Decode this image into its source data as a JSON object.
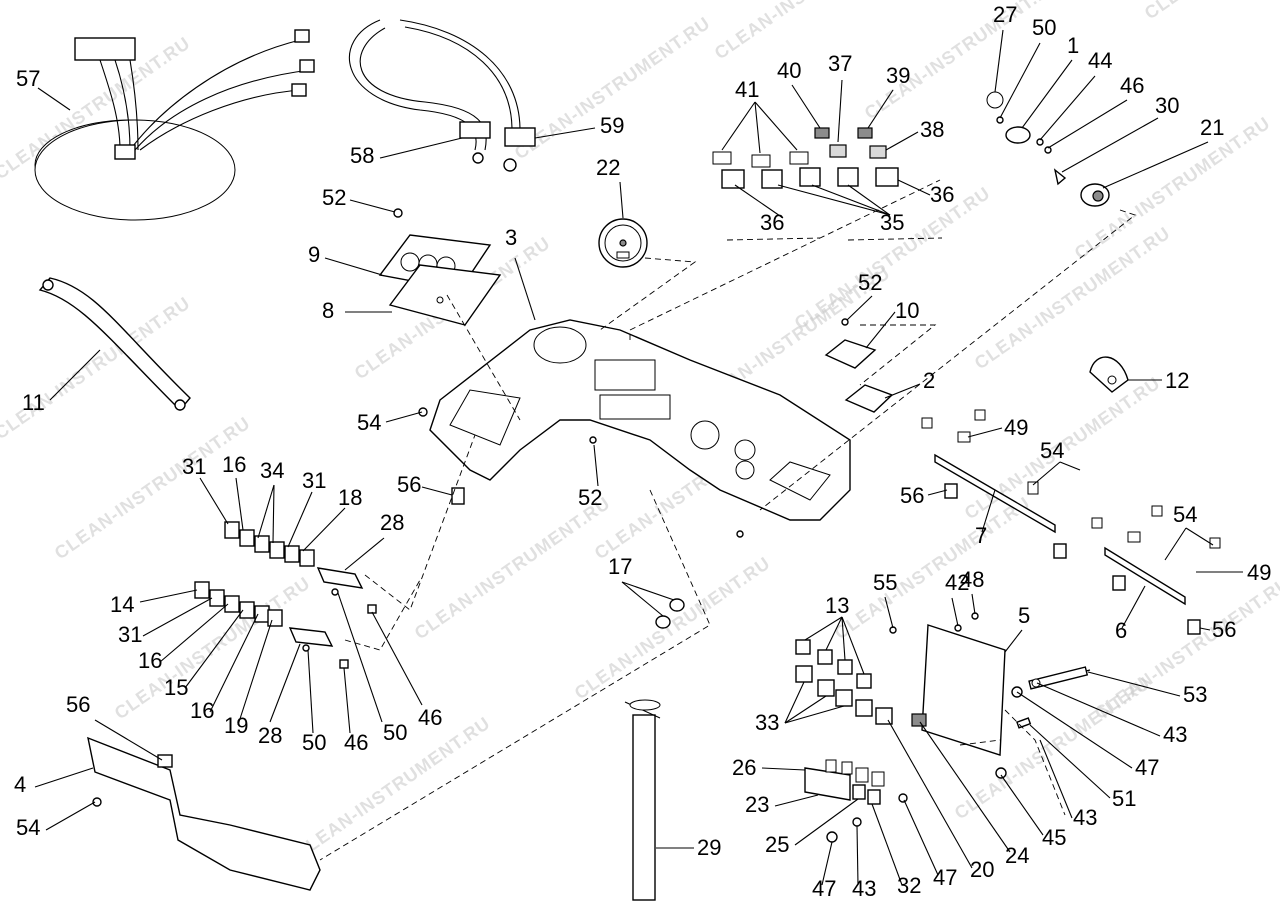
{
  "watermark": "CLEAN-INSTRUMENT.RU",
  "callouts": [
    {
      "id": "c57a",
      "text": "57"
    },
    {
      "id": "c58",
      "text": "58"
    },
    {
      "id": "c59",
      "text": "59"
    },
    {
      "id": "c52a",
      "text": "52"
    },
    {
      "id": "c9",
      "text": "9"
    },
    {
      "id": "c8",
      "text": "8"
    },
    {
      "id": "c11",
      "text": "11"
    },
    {
      "id": "c22",
      "text": "22"
    },
    {
      "id": "c3",
      "text": "3"
    },
    {
      "id": "c41",
      "text": "41"
    },
    {
      "id": "c40",
      "text": "40"
    },
    {
      "id": "c37",
      "text": "37"
    },
    {
      "id": "c39",
      "text": "39"
    },
    {
      "id": "c38",
      "text": "38"
    },
    {
      "id": "c36a",
      "text": "36"
    },
    {
      "id": "c36b",
      "text": "36"
    },
    {
      "id": "c35",
      "text": "35"
    },
    {
      "id": "c27",
      "text": "27"
    },
    {
      "id": "c50a",
      "text": "50"
    },
    {
      "id": "c1",
      "text": "1"
    },
    {
      "id": "c44",
      "text": "44"
    },
    {
      "id": "c46a",
      "text": "46"
    },
    {
      "id": "c30",
      "text": "30"
    },
    {
      "id": "c21",
      "text": "21"
    },
    {
      "id": "c52b",
      "text": "52"
    },
    {
      "id": "c10",
      "text": "10"
    },
    {
      "id": "c2",
      "text": "2"
    },
    {
      "id": "c12",
      "text": "12"
    },
    {
      "id": "c54a",
      "text": "54"
    },
    {
      "id": "c56a",
      "text": "56"
    },
    {
      "id": "c52c",
      "text": "52"
    },
    {
      "id": "c49a",
      "text": "49"
    },
    {
      "id": "c54b",
      "text": "54"
    },
    {
      "id": "c56b",
      "text": "56"
    },
    {
      "id": "c7",
      "text": "7"
    },
    {
      "id": "c54c",
      "text": "54"
    },
    {
      "id": "c49b",
      "text": "49"
    },
    {
      "id": "c6",
      "text": "6"
    },
    {
      "id": "c56c",
      "text": "56"
    },
    {
      "id": "c31a",
      "text": "31"
    },
    {
      "id": "c16a",
      "text": "16"
    },
    {
      "id": "c34",
      "text": "34"
    },
    {
      "id": "c31b",
      "text": "31"
    },
    {
      "id": "c18",
      "text": "18"
    },
    {
      "id": "c28a",
      "text": "28"
    },
    {
      "id": "c14",
      "text": "14"
    },
    {
      "id": "c31c",
      "text": "31"
    },
    {
      "id": "c16b",
      "text": "16"
    },
    {
      "id": "c15",
      "text": "15"
    },
    {
      "id": "c16c",
      "text": "16"
    },
    {
      "id": "c19",
      "text": "19"
    },
    {
      "id": "c28b",
      "text": "28"
    },
    {
      "id": "c50b",
      "text": "50"
    },
    {
      "id": "c46b",
      "text": "46"
    },
    {
      "id": "c50c",
      "text": "50"
    },
    {
      "id": "c46c",
      "text": "46"
    },
    {
      "id": "c17",
      "text": "17"
    },
    {
      "id": "c56d",
      "text": "56"
    },
    {
      "id": "c4",
      "text": "4"
    },
    {
      "id": "c54d",
      "text": "54"
    },
    {
      "id": "c29",
      "text": "29"
    },
    {
      "id": "c13",
      "text": "13"
    },
    {
      "id": "c55",
      "text": "55"
    },
    {
      "id": "c42",
      "text": "42"
    },
    {
      "id": "c48",
      "text": "48"
    },
    {
      "id": "c5",
      "text": "5"
    },
    {
      "id": "c33",
      "text": "33"
    },
    {
      "id": "c53",
      "text": "53"
    },
    {
      "id": "c43a",
      "text": "43"
    },
    {
      "id": "c47a",
      "text": "47"
    },
    {
      "id": "c51",
      "text": "51"
    },
    {
      "id": "c43b",
      "text": "43"
    },
    {
      "id": "c26",
      "text": "26"
    },
    {
      "id": "c23",
      "text": "23"
    },
    {
      "id": "c25",
      "text": "25"
    },
    {
      "id": "c45",
      "text": "45"
    },
    {
      "id": "c24",
      "text": "24"
    },
    {
      "id": "c20",
      "text": "20"
    },
    {
      "id": "c47b",
      "text": "47"
    },
    {
      "id": "c32",
      "text": "32"
    },
    {
      "id": "c43c",
      "text": "43"
    },
    {
      "id": "c47c",
      "text": "47"
    }
  ]
}
